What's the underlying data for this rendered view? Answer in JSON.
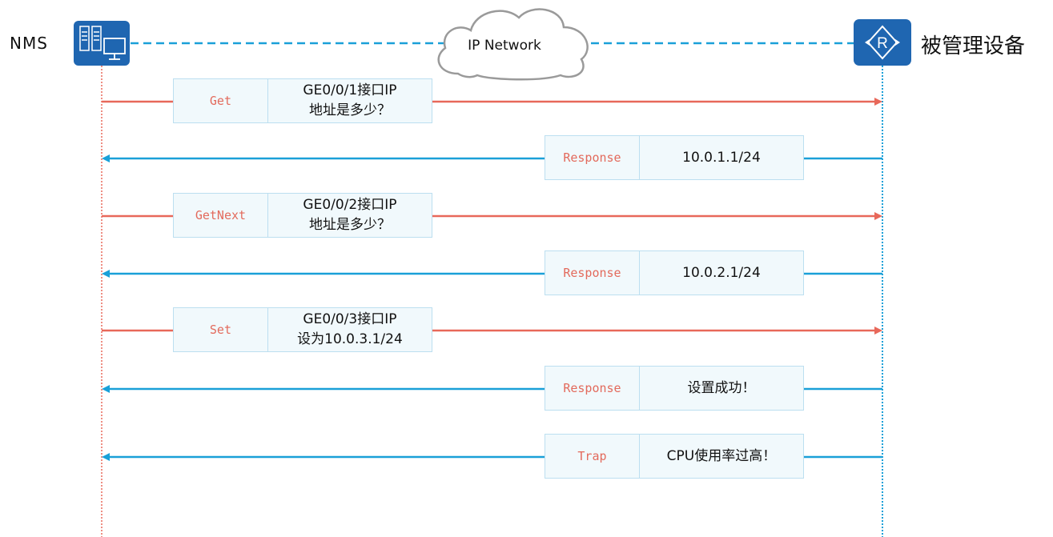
{
  "nms_label": "NMS",
  "device_label": "被管理设备",
  "network_label": "IP Network",
  "router_glyph": "R",
  "colors": {
    "request": "#e8685a",
    "response": "#1aa0d8",
    "box_fill": "#f1f9fc",
    "box_border": "#bcdff0",
    "icon_blue": "#1f66b1",
    "cloud_stroke": "#9a9a9a"
  },
  "icons": [
    "server-icon",
    "router-icon",
    "cloud-icon"
  ],
  "messages": [
    {
      "kind": "request",
      "type": "Get",
      "content": "GE0/0/1接口IP\n地址是多少？"
    },
    {
      "kind": "response",
      "type": "Response",
      "content": "10.0.1.1/24"
    },
    {
      "kind": "request",
      "type": "GetNext",
      "content": "GE0/0/2接口IP\n地址是多少？"
    },
    {
      "kind": "response",
      "type": "Response",
      "content": "10.0.2.1/24"
    },
    {
      "kind": "request",
      "type": "Set",
      "content": "GE0/0/3接口IP\n设为10.0.3.1/24"
    },
    {
      "kind": "response",
      "type": "Response",
      "content": "设置成功！"
    },
    {
      "kind": "response",
      "type": "Trap",
      "content": "CPU使用率过高！"
    }
  ]
}
